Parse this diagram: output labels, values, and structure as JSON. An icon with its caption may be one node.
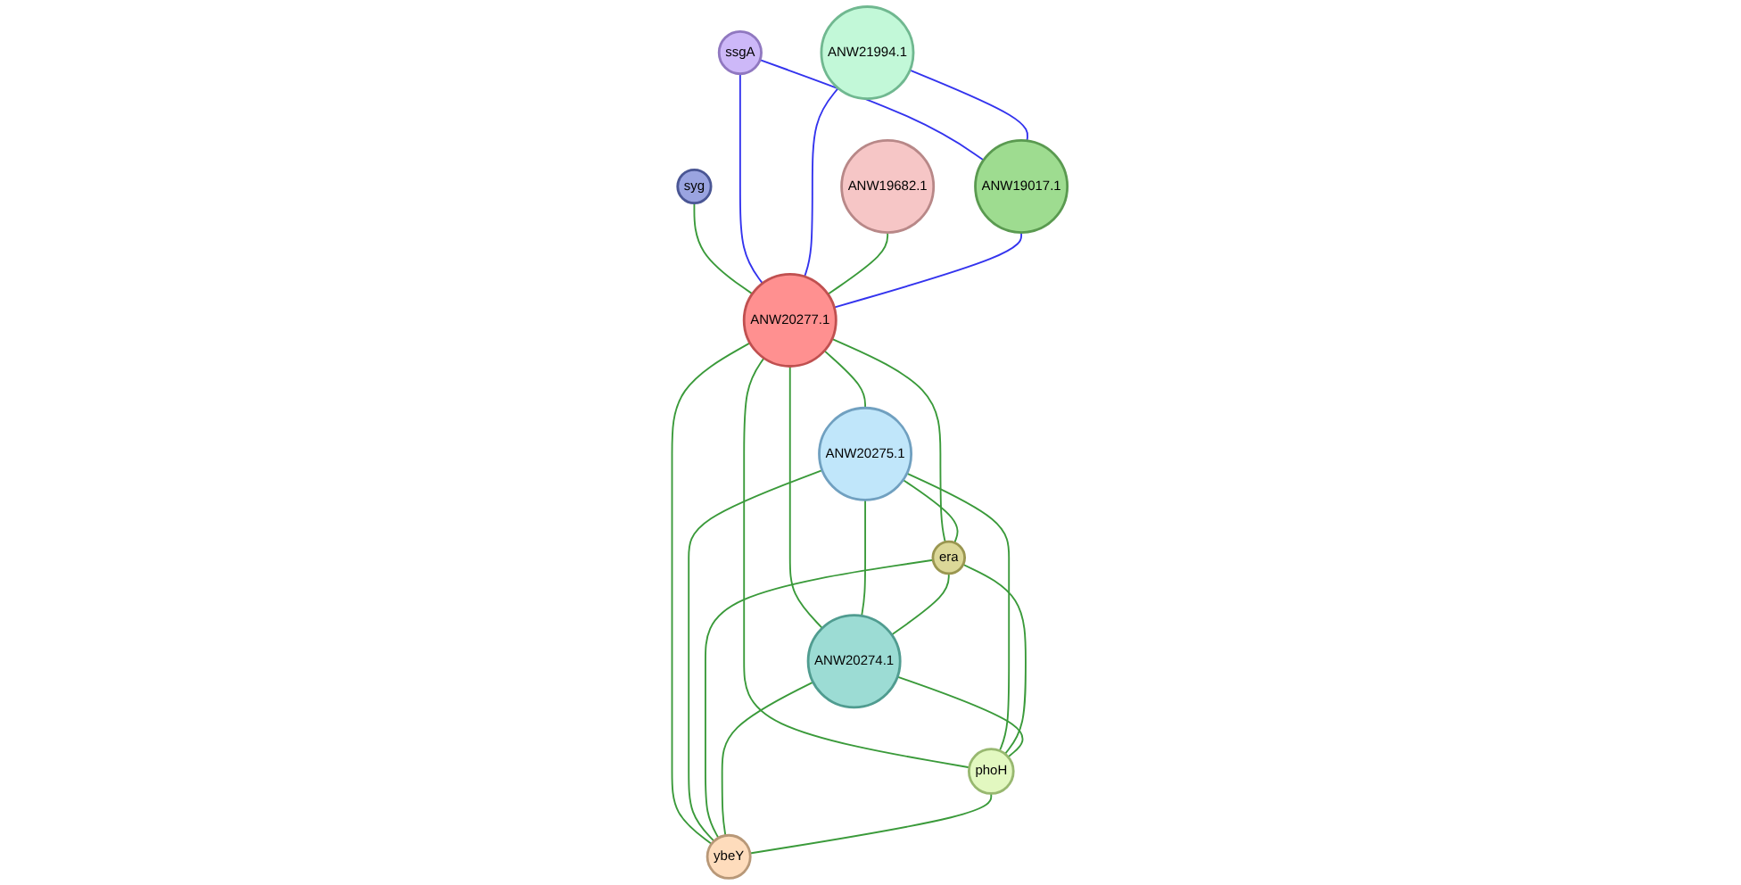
{
  "diagram": {
    "nodes": [
      {
        "text": [
          "syg"
        ]
      },
      {
        "text": [
          "ssgA"
        ]
      },
      {
        "text": [
          "ANW21994.1"
        ]
      },
      {
        "text": [
          "ANW19682.1"
        ]
      },
      {
        "text": [
          "ANW19017.1"
        ]
      },
      {
        "text": [
          "ANW20277.1"
        ]
      },
      {
        "text": [
          "ANW20275.1"
        ]
      },
      {
        "text": [
          "era"
        ]
      },
      {
        "text": [
          "ANW20274.1"
        ]
      },
      {
        "text": [
          "phoH"
        ]
      },
      {
        "text": [
          "ybeY"
        ]
      }
    ],
    "edges": [
      {
        "from": 0,
        "to": 5,
        "arrow": "none"
      },
      {
        "from": 1,
        "to": 5,
        "arrow": "none",
        "color": "#3333ee"
      },
      {
        "from": 1,
        "to": 4,
        "arrow": "none",
        "color": "#3333ee"
      },
      {
        "from": 2,
        "to": 5,
        "arrow": "none",
        "color": "#3333ee"
      },
      {
        "from": 2,
        "to": 4,
        "arrow": "none",
        "color": "#3333ee"
      },
      {
        "from": 3,
        "to": 5,
        "arrow": "none"
      },
      {
        "from": 4,
        "to": 5,
        "arrow": "none",
        "color": "#3333ee"
      },
      {
        "from": 5,
        "to": 6,
        "arrow": "none"
      },
      {
        "from": 5,
        "to": 7,
        "arrow": "none"
      },
      {
        "from": 5,
        "to": 8,
        "arrow": "none"
      },
      {
        "from": 5,
        "to": 9,
        "arrow": "none"
      },
      {
        "from": 5,
        "to": 10,
        "arrow": "none"
      },
      {
        "from": 6,
        "to": 7,
        "arrow": "none"
      },
      {
        "from": 6,
        "to": 8,
        "arrow": "none"
      },
      {
        "from": 6,
        "to": 9,
        "arrow": "none"
      },
      {
        "from": 6,
        "to": 10,
        "arrow": "none"
      },
      {
        "from": 7,
        "to": 8,
        "arrow": "none"
      },
      {
        "from": 7,
        "to": 9,
        "arrow": "none"
      },
      {
        "from": 7,
        "to": 10,
        "arrow": "none"
      },
      {
        "from": 8,
        "to": 9,
        "arrow": "none"
      },
      {
        "from": 8,
        "to": 10,
        "arrow": "none"
      },
      {
        "from": 9,
        "to": 10,
        "arrow": "none"
      }
    ]
  }
}
